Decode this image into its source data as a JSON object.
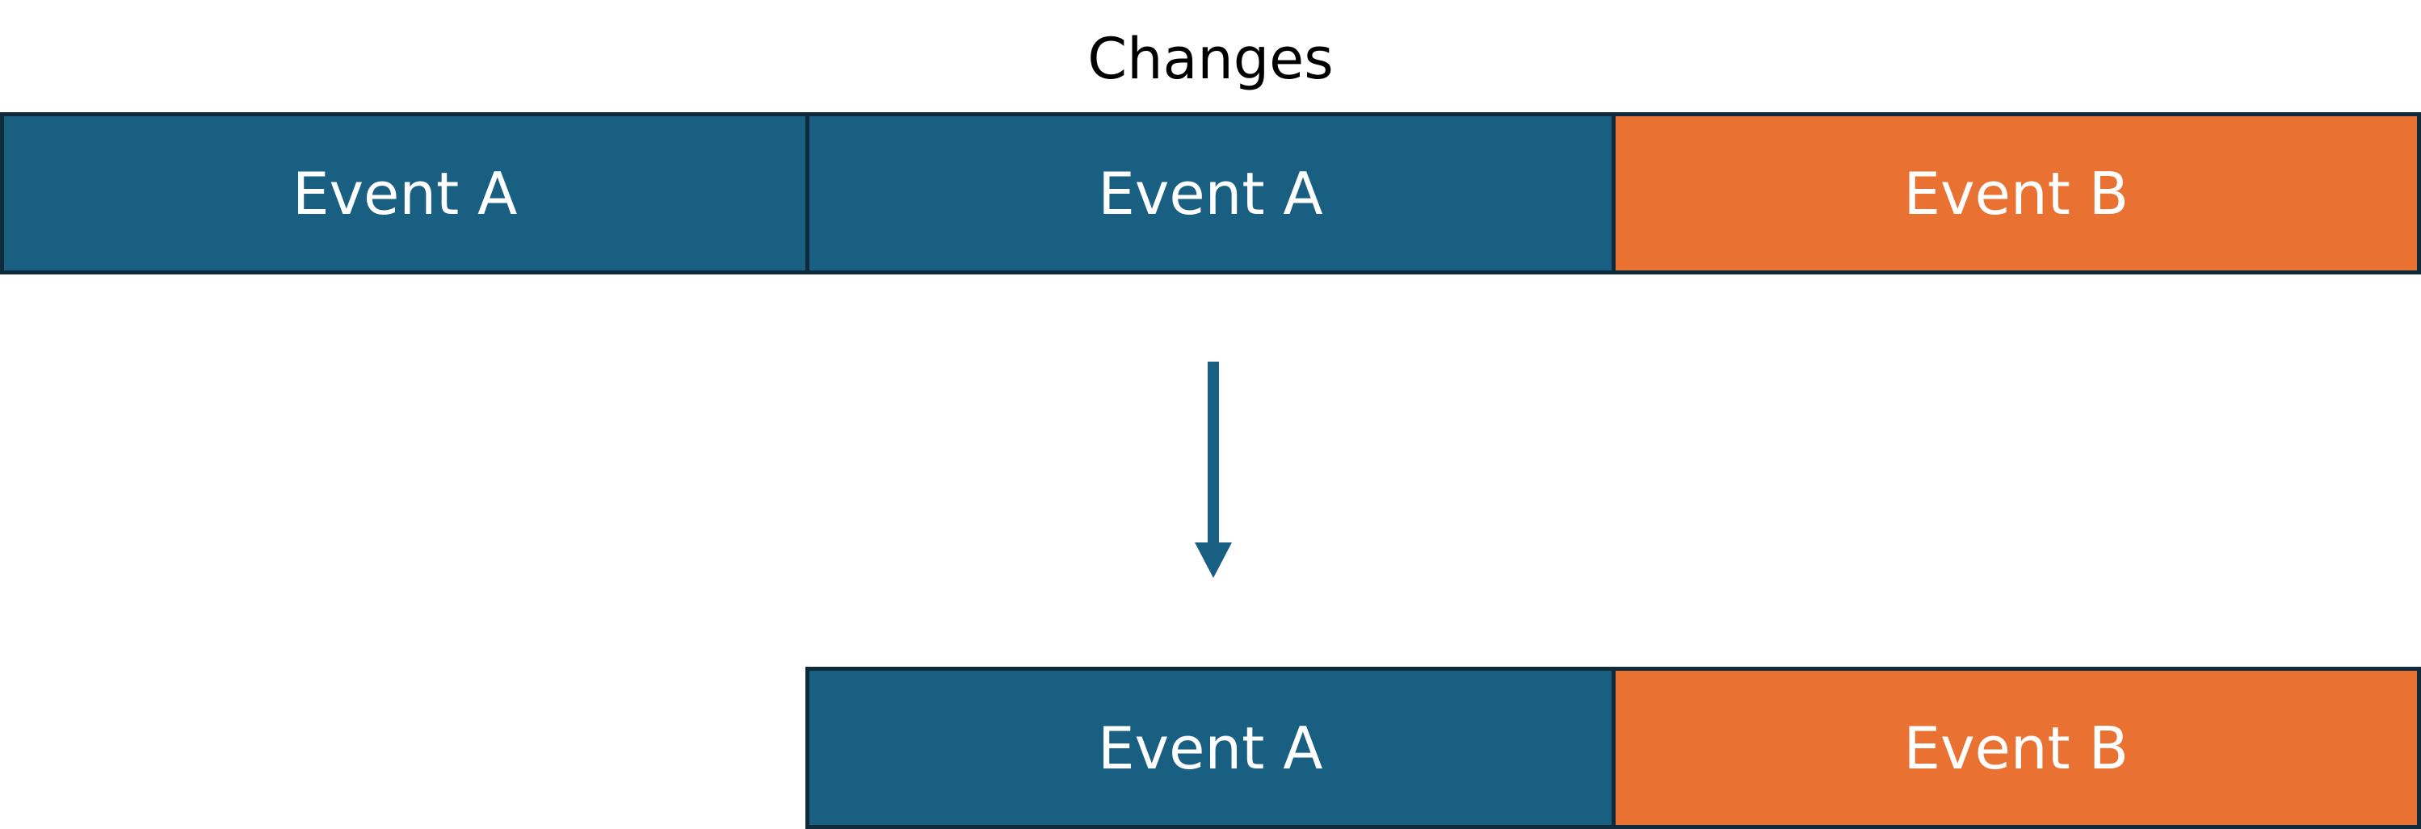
{
  "title": "Changes",
  "colors": {
    "event_a": "#185f82",
    "event_b": "#e97132",
    "border": "#0f2a3a",
    "arrow": "#185f82"
  },
  "before": {
    "cells": [
      {
        "label": "Event A",
        "color": "#185f82"
      },
      {
        "label": "Event A",
        "color": "#185f82"
      },
      {
        "label": "Event B",
        "color": "#e97132"
      }
    ]
  },
  "after": {
    "cells": [
      {
        "label": "Event A",
        "color": "#185f82"
      },
      {
        "label": "Event B",
        "color": "#e97132"
      }
    ]
  },
  "arrow_icon": "down-arrow-icon"
}
